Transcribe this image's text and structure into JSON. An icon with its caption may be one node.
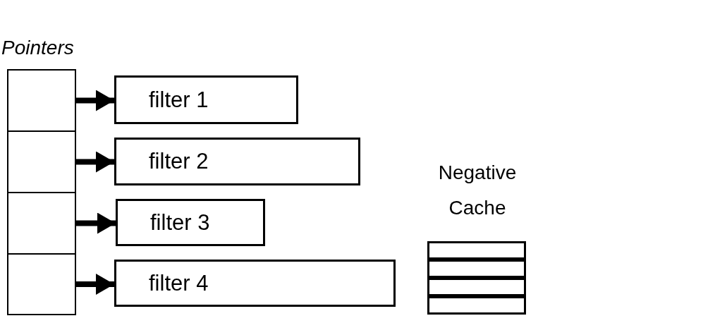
{
  "diagram": {
    "nodes": [
      {
        "text": [
          "Pointers"
        ]
      },
      {
        "text": [],
        "shape": "box",
        "in": 0
      },
      {
        "text": [],
        "shape": "box",
        "in": 0
      },
      {
        "text": [],
        "shape": "box",
        "in": 0
      },
      {
        "text": [],
        "shape": "box",
        "in": 0
      },
      {
        "text": [
          "filter 1"
        ]
      },
      {
        "text": [
          "filter 2"
        ]
      },
      {
        "text": [
          "filter 3"
        ]
      },
      {
        "text": [
          "filter 4"
        ]
      },
      {
        "text": [
          "Negative Cache"
        ]
      }
    ],
    "edges": [
      {
        "from": 1,
        "to": 5,
        "arrow": "to"
      },
      {
        "from": 2,
        "to": 6,
        "arrow": "to"
      },
      {
        "from": 3,
        "to": 7,
        "arrow": "to"
      },
      {
        "from": 4,
        "to": 8,
        "arrow": "to"
      }
    ]
  }
}
